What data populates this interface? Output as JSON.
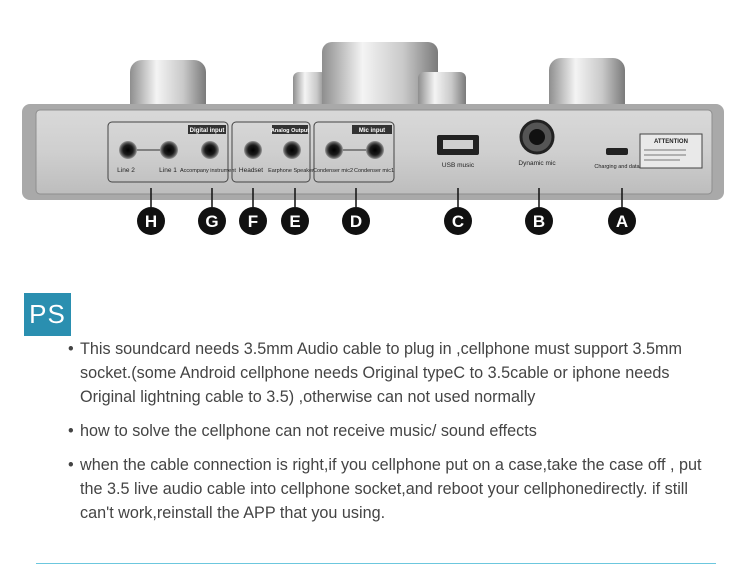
{
  "photo": {
    "section_labels": {
      "digital_input": "Digital input",
      "analog_output": "Analog Output",
      "mic_input": "Mic input"
    },
    "ports": {
      "line2": "Line 2",
      "line1": "Line 1",
      "instrument": "Accompany instrument",
      "headset": "Headset",
      "speaker": "Earphone Speaker",
      "mic2": "Condenser mic2",
      "mic1": "Condenser mic1",
      "usb": "USB music",
      "dynamic": "Dynamic mic",
      "charging": "Charging and data"
    },
    "attention": "ATTENTION",
    "callouts": [
      "H",
      "G",
      "F",
      "E",
      "D",
      "C",
      "B",
      "A"
    ]
  },
  "ps": {
    "badge": "PS",
    "notes": [
      "This soundcard needs 3.5mm Audio cable to plug in ,cellphone must support 3.5mm socket.(some  Android cellphone needs Original typeC to 3.5cable or iphone needs Original lightning cable to 3.5) ,otherwise can not used normally",
      "how to solve the  cellphone can not receive music/ sound effects",
      "when the cable connection is right,if you cellphone put on a case,take the case off , put the 3.5 live audio cable into cellphone socket,and reboot your cellphonedirectly. if still can't work,reinstall the APP that you using."
    ]
  },
  "colors": {
    "accent": "#2a8fb0",
    "divider": "#6cc7de",
    "text": "#444444"
  }
}
